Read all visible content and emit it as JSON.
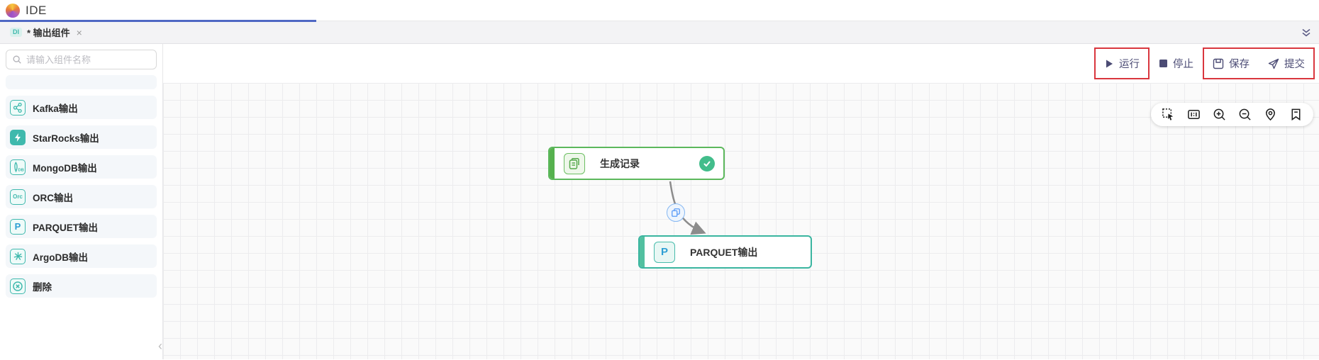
{
  "header": {
    "app_title": "IDE"
  },
  "tab_bar": {
    "tab": {
      "badge": "DI",
      "label": "* 输出组件",
      "close_glyph": "×"
    }
  },
  "sidebar": {
    "search_placeholder": "请输入组件名称",
    "items": [
      {
        "label": "Kafka输出",
        "icon": "kafka-icon"
      },
      {
        "label": "StarRocks输出",
        "icon": "starrocks-icon"
      },
      {
        "label": "MongoDB输出",
        "icon": "mongodb-icon"
      },
      {
        "label": "ORC输出",
        "icon": "orc-icon",
        "icon_text": "Orc"
      },
      {
        "label": "PARQUET输出",
        "icon": "parquet-icon",
        "icon_text": "P"
      },
      {
        "label": "ArgoDB输出",
        "icon": "argodb-icon"
      },
      {
        "label": "删除",
        "icon": "delete-icon"
      }
    ],
    "collapse_glyph": "‹"
  },
  "toolbar": {
    "run_label": "运行",
    "stop_label": "停止",
    "save_label": "保存",
    "submit_label": "提交"
  },
  "canvas": {
    "nodes": [
      {
        "label": "生成记录",
        "theme": "green",
        "status": "success"
      },
      {
        "label": "PARQUET输出",
        "theme": "teal",
        "icon_text": "P"
      }
    ],
    "edge": {
      "from": "生成记录",
      "to": "PARQUET输出",
      "tool_icon": "copy-icon"
    }
  },
  "colors": {
    "accent_teal": "#3fb9ad",
    "node_green": "#5cb85c",
    "node_teal": "#3ab5a0",
    "annotation_red": "#d9363e",
    "toolbar_text": "#4b4b74",
    "active_line_blue": "#4f68c4",
    "status_green": "#42bd8b",
    "edge_blue": "#5a9cf8"
  }
}
